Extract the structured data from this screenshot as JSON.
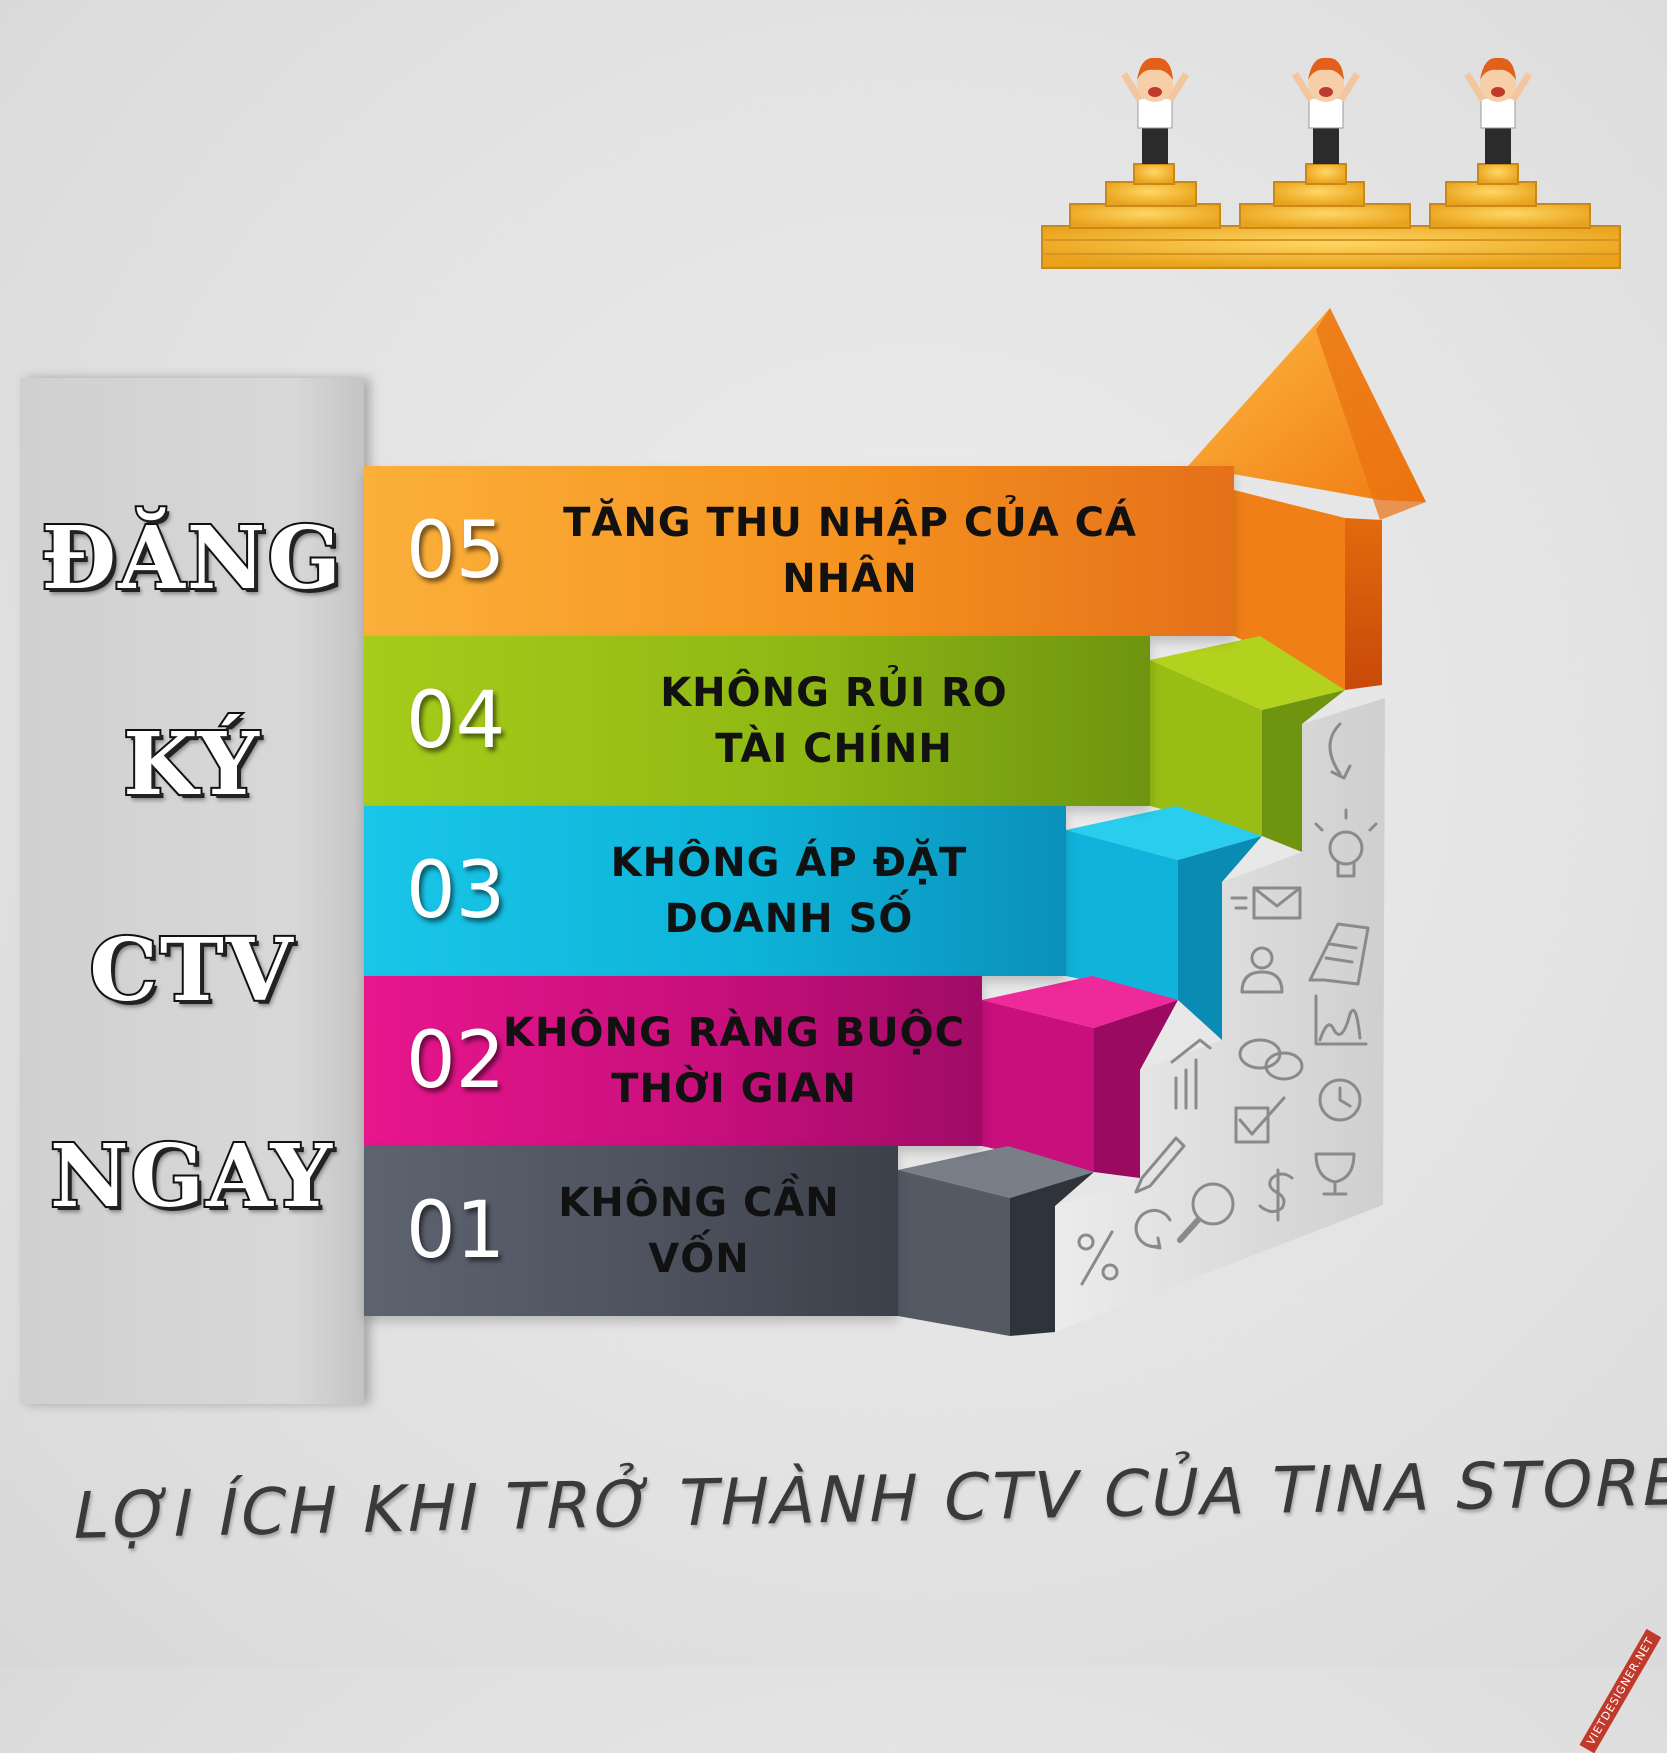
{
  "banner": {
    "words": [
      "ĐĂNG",
      "KÝ",
      "CTV",
      "NGAY"
    ]
  },
  "steps": [
    {
      "number": "05",
      "lines": [
        "TĂNG THU NHẬP CỦA CÁ NHÂN"
      ],
      "color": "#f5931f"
    },
    {
      "number": "04",
      "lines": [
        "KHÔNG RỦI RO",
        "TÀI CHÍNH"
      ],
      "color": "#8fb814"
    },
    {
      "number": "03",
      "lines": [
        "KHÔNG ÁP ĐẶT",
        "DOANH SỐ"
      ],
      "color": "#0eb3d8"
    },
    {
      "number": "02",
      "lines": [
        "KHÔNG RÀNG BUỘC",
        "THỜI GIAN"
      ],
      "color": "#c80f7c"
    },
    {
      "number": "01",
      "lines": [
        "KHÔNG CẦN VỐN"
      ],
      "color": "#4d525e"
    }
  ],
  "footer": {
    "caption": "LỢI ÍCH KHI TRỞ THÀNH CTV CỦA TINA STORE"
  },
  "watermark": "VIETDESIGNER.NET",
  "icons": [
    "percent-icon",
    "refresh-icon",
    "search-icon",
    "dollar-icon",
    "pencil-icon",
    "checkbox-icon",
    "clock-icon",
    "trophy-icon",
    "bar-chart-icon",
    "chat-icon",
    "line-chart-icon",
    "user-icon",
    "note-icon",
    "mail-icon",
    "lightbulb-icon",
    "curved-arrow-icon"
  ]
}
